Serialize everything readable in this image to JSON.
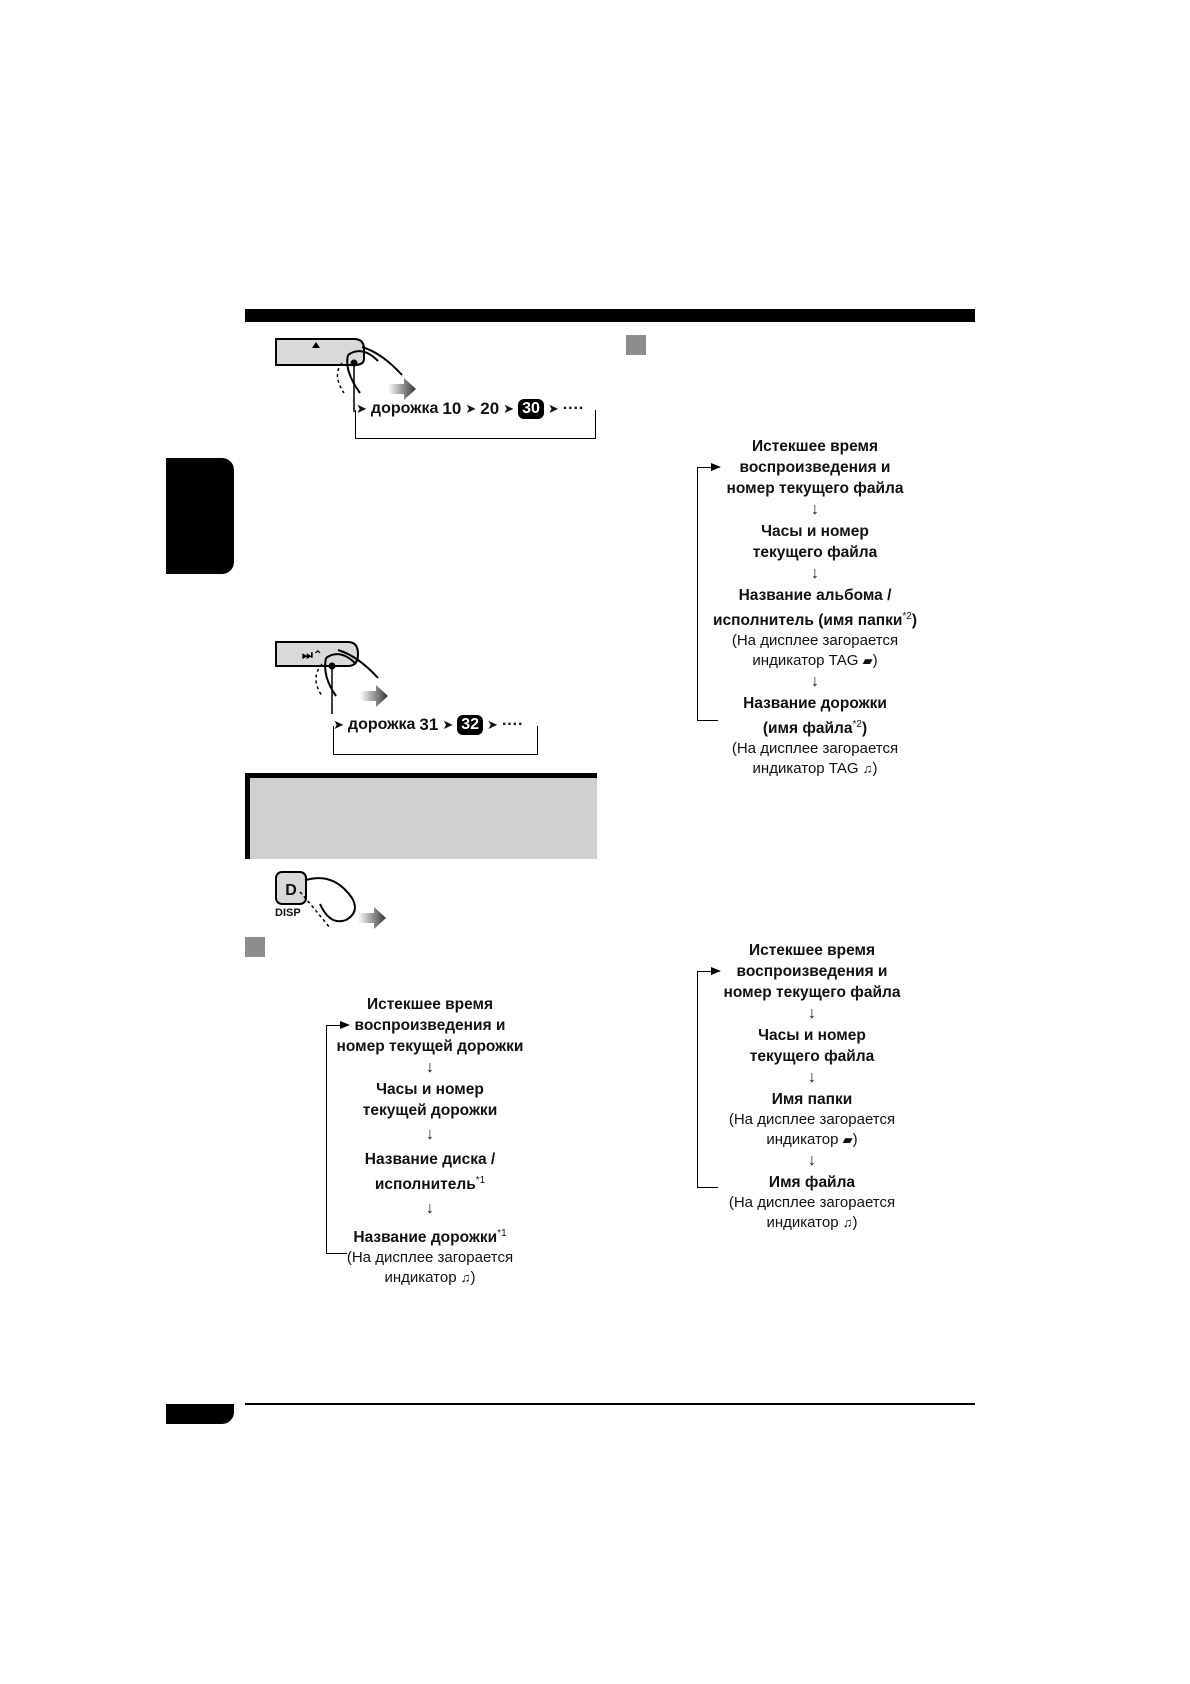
{
  "seq1": {
    "label": "дорожка",
    "n1": "10",
    "n2": "20",
    "n3": "30",
    "dots": "····"
  },
  "seq2": {
    "label": "дорожка",
    "n1": "31",
    "n2": "32",
    "dots": "····"
  },
  "buttons": {
    "disp_key": "D",
    "disp_label": "DISP",
    "eject": "▲",
    "skip": "⏭⌃"
  },
  "flow_cd": {
    "item1": "Истекшее время\nвоспроизведения и\nномер текущей дорожки",
    "item2": "Часы и номер\nтекущей дорожки",
    "item3": "Название диска /\nисполнитель",
    "item3_sup": "*1",
    "item4": "Название дорожки",
    "item4_sup": "*1",
    "item4_note_a": "(На дисплее загорается",
    "item4_note_b": "индикатор",
    "item4_note_c": ")"
  },
  "flow_mp3_tag": {
    "item1": "Истекшее время\nвоспроизведения и\nномер текущего файла",
    "item2": "Часы и номер\nтекущего файла",
    "item3a": "Название альбома /",
    "item3b": "исполнитель (имя папки",
    "item3_sup": "*2",
    "item3_close": ")",
    "item3_note_a": "(На дисплее загорается",
    "item3_note_b": "индикатор TAG",
    "item3_note_c": ")",
    "item4a": "Название дорожки",
    "item4b": "(имя файла",
    "item4_sup": "*2",
    "item4_close": ")",
    "item4_note_a": "(На дисплее загорается",
    "item4_note_b": "индикатор TAG",
    "item4_note_c": ")"
  },
  "flow_mp3": {
    "item1": "Истекшее время\nвоспроизведения и\nномер текущего файла",
    "item2": "Часы и номер\nтекущего файла",
    "item3": "Имя папки",
    "item3_note_a": "(На дисплее загорается",
    "item3_note_b": "индикатор",
    "item3_note_c": ")",
    "item4": "Имя файла",
    "item4_note_a": "(На дисплее загорается",
    "item4_note_b": "индикатор",
    "item4_note_c": ")"
  },
  "icons": {
    "folder": "folder-icon",
    "note": "music-note-icon",
    "arrow": "arrow-down-icon"
  }
}
